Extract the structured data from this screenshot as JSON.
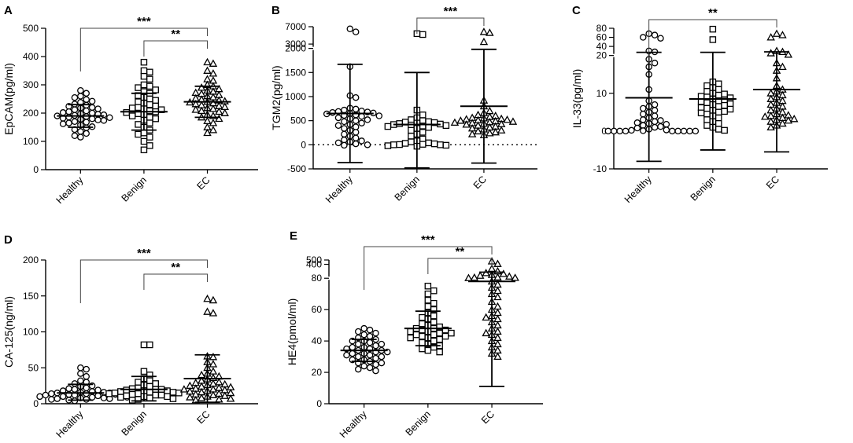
{
  "chart_data": [
    {
      "id": "A",
      "letter": "A",
      "type": "scatter",
      "ylabel": "EpCAM(pg/ml)",
      "categories": [
        "Healthy",
        "Benign",
        "EC"
      ],
      "ylim": [
        0,
        500
      ],
      "segments": [
        {
          "from": 0,
          "to": 500,
          "weight": 1
        }
      ],
      "yticks": [
        {
          "v": 0,
          "label": "0"
        },
        {
          "v": 100,
          "label": "100"
        },
        {
          "v": 200,
          "label": "200"
        },
        {
          "v": 300,
          "label": "300"
        },
        {
          "v": 400,
          "label": "400"
        },
        {
          "v": 500,
          "label": "500"
        }
      ],
      "zero_line": false,
      "series": [
        {
          "category": "Healthy",
          "marker": "circle",
          "mean": 190,
          "sd_low": 150,
          "sd_high": 230,
          "values": [
            280,
            270,
            260,
            255,
            248,
            242,
            238,
            232,
            228,
            224,
            220,
            218,
            215,
            212,
            208,
            205,
            202,
            200,
            198,
            196,
            194,
            192,
            190,
            188,
            186,
            184,
            182,
            180,
            178,
            176,
            174,
            170,
            168,
            165,
            162,
            158,
            152,
            148,
            142,
            135,
            128,
            120,
            115
          ]
        },
        {
          "category": "Benign",
          "marker": "square",
          "mean": 205,
          "sd_low": 140,
          "sd_high": 270,
          "values": [
            380,
            350,
            345,
            330,
            320,
            300,
            295,
            290,
            282,
            276,
            270,
            262,
            256,
            250,
            245,
            240,
            235,
            230,
            225,
            220,
            218,
            215,
            212,
            208,
            205,
            202,
            198,
            195,
            190,
            185,
            180,
            175,
            165,
            160,
            150,
            140,
            130,
            125,
            115,
            100,
            85,
            70
          ]
        },
        {
          "category": "EC",
          "marker": "triangle",
          "mean": 240,
          "sd_low": 185,
          "sd_high": 295,
          "values": [
            380,
            375,
            350,
            340,
            320,
            315,
            300,
            295,
            290,
            285,
            280,
            276,
            272,
            268,
            264,
            260,
            256,
            252,
            248,
            245,
            242,
            240,
            238,
            235,
            232,
            228,
            225,
            222,
            218,
            215,
            212,
            208,
            205,
            200,
            195,
            190,
            185,
            180,
            172,
            165,
            150,
            140,
            130
          ]
        }
      ],
      "comparisons": [
        {
          "from": 0,
          "to": 2,
          "value": 450,
          "label": "***"
        },
        {
          "from": 1,
          "to": 2,
          "value": 375,
          "label": "**"
        }
      ]
    },
    {
      "id": "B",
      "letter": "B",
      "type": "scatter",
      "ylabel": "TGM2(pg/ml)",
      "categories": [
        "Healthy",
        "Benign",
        "EC"
      ],
      "ylim": [
        -500,
        7000
      ],
      "segments": [
        {
          "from": -500,
          "to": 2000,
          "weight": 2.5
        },
        {
          "from": 2000,
          "to": 7000,
          "weight": 0.45
        }
      ],
      "yticks": [
        {
          "v": -500,
          "label": "-500"
        },
        {
          "v": 0,
          "label": "0"
        },
        {
          "v": 500,
          "label": "500"
        },
        {
          "v": 1000,
          "label": "1000"
        },
        {
          "v": 1500,
          "label": "1500"
        },
        {
          "v": 2000,
          "label": "2000"
        },
        {
          "v": 3000,
          "label": "3000"
        },
        {
          "v": 7000,
          "label": "7000"
        }
      ],
      "zero_line": true,
      "series": [
        {
          "category": "Healthy",
          "marker": "circle",
          "mean": 650,
          "sd_low": -370,
          "sd_high": 1670,
          "values": [
            6500,
            5800,
            1620,
            1020,
            980,
            760,
            740,
            720,
            700,
            690,
            680,
            670,
            660,
            650,
            640,
            620,
            610,
            600,
            590,
            560,
            540,
            520,
            500,
            480,
            450,
            420,
            400,
            370,
            340,
            300,
            260,
            220,
            180,
            140,
            100,
            80,
            60,
            40,
            20,
            0,
            -10
          ]
        },
        {
          "category": "Benign",
          "marker": "square",
          "mean": 420,
          "sd_low": -480,
          "sd_high": 1500,
          "values": [
            5400,
            5200,
            720,
            620,
            560,
            520,
            500,
            480,
            470,
            460,
            450,
            440,
            430,
            420,
            410,
            400,
            390,
            380,
            360,
            340,
            300,
            260,
            220,
            180,
            120,
            80,
            60,
            40,
            30,
            20,
            10,
            5,
            0,
            0,
            -10,
            -20,
            -30
          ]
        },
        {
          "category": "EC",
          "marker": "triangle",
          "mean": 800,
          "sd_low": -380,
          "sd_high": 1980,
          "values": [
            5800,
            5600,
            3500,
            920,
            800,
            700,
            660,
            620,
            600,
            580,
            560,
            550,
            540,
            530,
            520,
            510,
            500,
            490,
            480,
            470,
            460,
            450,
            440,
            430,
            420,
            400,
            380,
            360,
            340,
            320,
            300,
            280,
            260,
            240,
            220,
            200
          ]
        }
      ],
      "comparisons": [
        {
          "from": 1,
          "to": 2,
          "value": 6600,
          "label": "***"
        }
      ]
    },
    {
      "id": "C",
      "letter": "C",
      "type": "scatter",
      "ylabel": "IL-33(pg/ml)",
      "categories": [
        "Healthy",
        "Benign",
        "EC"
      ],
      "ylim": [
        -10,
        80
      ],
      "segments": [
        {
          "from": -10,
          "to": 20,
          "weight": 2.5
        },
        {
          "from": 20,
          "to": 80,
          "weight": 0.6
        }
      ],
      "yticks": [
        {
          "v": -10,
          "label": "-10"
        },
        {
          "v": 0,
          "label": "0"
        },
        {
          "v": 10,
          "label": "10"
        },
        {
          "v": 20,
          "label": "20"
        },
        {
          "v": 40,
          "label": "40"
        },
        {
          "v": 60,
          "label": "60"
        },
        {
          "v": 80,
          "label": "80"
        }
      ],
      "zero_line": false,
      "series": [
        {
          "category": "Healthy",
          "marker": "circle",
          "mean": 8.8,
          "sd_low": -8,
          "sd_high": 27,
          "values": [
            68,
            65,
            60,
            58,
            30,
            28,
            19,
            18,
            17,
            15,
            11,
            8,
            7,
            6.5,
            6,
            5.5,
            5,
            4.5,
            4,
            3.5,
            3,
            2.8,
            2.5,
            2.2,
            2,
            1.8,
            1.5,
            1.2,
            1,
            0.8,
            0.5,
            0.3,
            0.2,
            0.1,
            0,
            0,
            0,
            0,
            0,
            0,
            0,
            0,
            0
          ]
        },
        {
          "category": "Benign",
          "marker": "square",
          "mean": 8.5,
          "sd_low": -5,
          "sd_high": 27,
          "values": [
            78,
            55,
            13,
            12.5,
            12,
            11.5,
            11,
            10.5,
            10,
            9.8,
            9.5,
            9.2,
            9,
            8.8,
            8.5,
            8.2,
            8,
            7.8,
            7.5,
            7.2,
            7,
            6.8,
            6.5,
            6.2,
            6,
            5.8,
            5.5,
            5.2,
            5,
            4.8,
            4.5,
            4,
            3.5,
            3,
            2.5,
            2,
            1.5,
            1,
            0.5,
            0.2
          ]
        },
        {
          "category": "EC",
          "marker": "triangle",
          "mean": 11,
          "sd_low": -5.5,
          "sd_high": 28,
          "values": [
            68,
            65,
            60,
            30,
            28,
            25,
            22,
            18,
            17,
            16,
            14,
            12,
            11,
            10.5,
            10,
            9.5,
            9,
            8.5,
            8,
            7.5,
            7,
            6.5,
            6,
            5.5,
            5,
            4.5,
            4.2,
            4,
            3.8,
            3.5,
            3.2,
            3,
            2.8,
            2.5,
            2,
            1.5,
            1
          ]
        }
      ],
      "comparisons": [
        {
          "from": 0,
          "to": 2,
          "value": 74,
          "label": "**"
        }
      ]
    },
    {
      "id": "D",
      "letter": "D",
      "type": "scatter",
      "ylabel": "CA-125(ng/ml)",
      "categories": [
        "Healthy",
        "Benign",
        "EC"
      ],
      "ylim": [
        0,
        200
      ],
      "segments": [
        {
          "from": 0,
          "to": 200,
          "weight": 1
        }
      ],
      "yticks": [
        {
          "v": 0,
          "label": "0"
        },
        {
          "v": 50,
          "label": "50"
        },
        {
          "v": 100,
          "label": "100"
        },
        {
          "v": 150,
          "label": "150"
        },
        {
          "v": 200,
          "label": "200"
        }
      ],
      "zero_line": false,
      "series": [
        {
          "category": "Healthy",
          "marker": "circle",
          "mean": 15,
          "sd_low": 5,
          "sd_high": 27,
          "values": [
            50,
            48,
            42,
            38,
            32,
            30,
            28,
            25,
            24,
            22,
            21,
            20,
            19,
            18,
            17,
            16,
            16,
            15,
            15,
            14,
            14,
            13,
            13,
            12,
            12,
            11,
            11,
            10,
            10,
            9,
            9,
            8,
            8,
            7,
            7,
            6,
            6,
            5,
            4
          ]
        },
        {
          "category": "Benign",
          "marker": "square",
          "mean": 20,
          "sd_low": 4,
          "sd_high": 38,
          "values": [
            82,
            82,
            45,
            40,
            35,
            32,
            30,
            28,
            26,
            24,
            22,
            21,
            20,
            20,
            19,
            18,
            18,
            17,
            16,
            16,
            15,
            15,
            14,
            14,
            13,
            12,
            12,
            11,
            10,
            10,
            9,
            8,
            7,
            6,
            5
          ]
        },
        {
          "category": "EC",
          "marker": "triangle",
          "mean": 35,
          "sd_low": 2,
          "sd_high": 68,
          "values": [
            146,
            144,
            128,
            126,
            66,
            65,
            58,
            55,
            50,
            45,
            42,
            40,
            38,
            36,
            34,
            32,
            30,
            29,
            28,
            27,
            26,
            25,
            24,
            23,
            22,
            21,
            20,
            20,
            19,
            18,
            17,
            16,
            15,
            14,
            13,
            12,
            11,
            10,
            9,
            8,
            7,
            6,
            5
          ]
        }
      ],
      "comparisons": [
        {
          "from": 0,
          "to": 2,
          "value": 178,
          "label": "***"
        },
        {
          "from": 1,
          "to": 2,
          "value": 147,
          "label": "**"
        }
      ]
    },
    {
      "id": "E",
      "letter": "E",
      "type": "scatter",
      "ylabel": "HE4(pmol/ml)",
      "categories": [
        "Healthy",
        "Benign",
        "EC"
      ],
      "ylim": [
        0,
        500
      ],
      "segments": [
        {
          "from": 0,
          "to": 80,
          "weight": 2.2
        },
        {
          "from": 80,
          "to": 500,
          "weight": 0.32
        }
      ],
      "yticks": [
        {
          "v": 0,
          "label": "0"
        },
        {
          "v": 20,
          "label": "20"
        },
        {
          "v": 40,
          "label": "40"
        },
        {
          "v": 60,
          "label": "60"
        },
        {
          "v": 80,
          "label": "80"
        },
        {
          "v": 400,
          "label": "400"
        },
        {
          "v": 500,
          "label": "500"
        }
      ],
      "zero_line": false,
      "series": [
        {
          "category": "Healthy",
          "marker": "circle",
          "mean": 34,
          "sd_low": 27,
          "sd_high": 41,
          "values": [
            48,
            47,
            46,
            45,
            44,
            43,
            42,
            41,
            40,
            40,
            39,
            38,
            38,
            37,
            36,
            36,
            35,
            35,
            34,
            34,
            33,
            33,
            32,
            32,
            31,
            31,
            30,
            30,
            29,
            28,
            28,
            27,
            26,
            26,
            25,
            24,
            23,
            22,
            21
          ]
        },
        {
          "category": "Benign",
          "marker": "square",
          "mean": 48,
          "sd_low": 37,
          "sd_high": 59,
          "values": [
            75,
            72,
            70,
            66,
            64,
            62,
            60,
            58,
            56,
            55,
            54,
            52,
            51,
            50,
            49,
            48,
            48,
            47,
            47,
            46,
            46,
            45,
            45,
            44,
            44,
            43,
            43,
            42,
            42,
            41,
            40,
            39,
            38,
            37,
            36,
            35,
            34,
            33
          ]
        },
        {
          "category": "EC",
          "marker": "triangle",
          "mean": 78,
          "sd_low": 11,
          "sd_high": 220,
          "values": [
            470,
            410,
            300,
            240,
            200,
            180,
            160,
            140,
            120,
            100,
            95,
            90,
            85,
            78,
            76,
            74,
            72,
            70,
            68,
            65,
            62,
            60,
            58,
            56,
            55,
            54,
            52,
            50,
            48,
            46,
            45,
            44,
            42,
            40,
            38,
            36,
            34,
            32,
            30
          ]
        }
      ],
      "comparisons": [
        {
          "from": 0,
          "to": 2,
          "value": 1.0,
          "label": "***",
          "px": true
        },
        {
          "from": 1,
          "to": 2,
          "value": 1.0,
          "label": "**",
          "px": true
        }
      ]
    }
  ]
}
